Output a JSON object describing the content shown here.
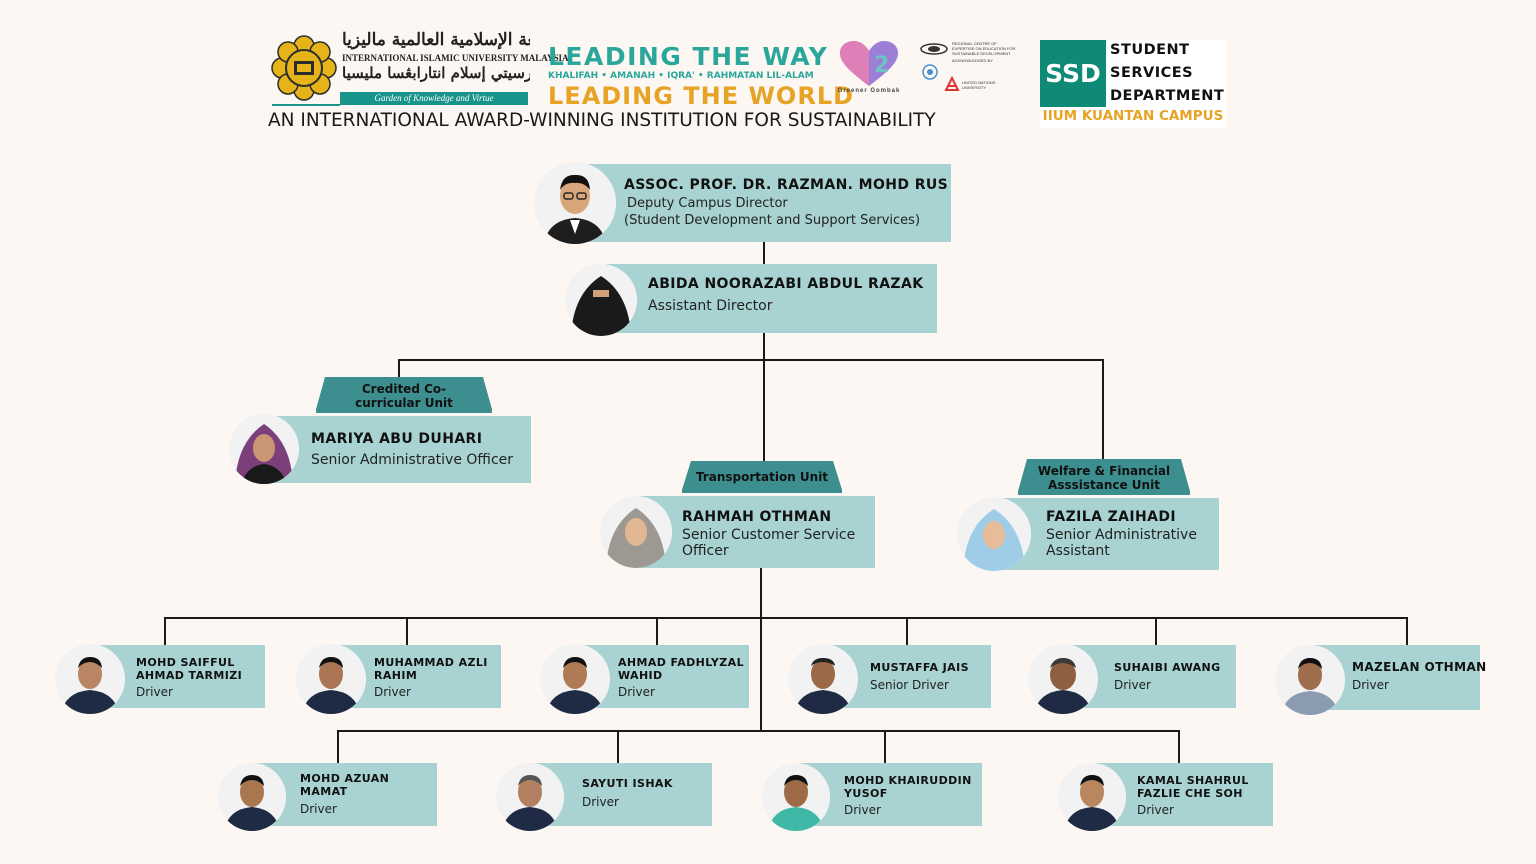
{
  "header": {
    "university_arabic": "الجامعة الإسلامية العالمية ماليزيا",
    "university_english": "INTERNATIONAL ISLAMIC UNIVERSITY MALAYSIA",
    "university_malay": "يونيۏرسيتي إسلام انتارابڠسا مليسيا",
    "garden_tagline": "Garden of Knowledge and Virtue",
    "leading_way": "LEADING THE WAY",
    "values": "KHALĪFAH • AMĀNAH • IQRA' • RAHMATAN LIL-ĀLAMĪN",
    "leading_world": "LEADING THE WORLD",
    "award_line": "AN INTERNATIONAL AWARD-WINNING INSTITUTION FOR SUSTAINABILITY",
    "greener_gombak": "Greener Gombak",
    "rce_text": "REGIONAL CENTRE OF EXPERTISE ON EDUCATION FOR SUSTAINABLE DEVELOPMENT",
    "acknowledged": "ACKNOWLEDGED BY",
    "un_text": "UNITED NATIONS UNIVERSITY",
    "ssd_abbr": "SSD",
    "ssd_line1": "STUDENT",
    "ssd_line2": "SERVICES",
    "ssd_line3": "DEPARTMENT",
    "campus": "IIUM KUANTAN CAMPUS"
  },
  "units": {
    "cocurricular": "Credited Co-curricular Unit",
    "transport": "Transportation Unit",
    "welfare": "Welfare & Financial Asssistance Unit"
  },
  "people": {
    "deputy": {
      "name": "ASSOC. PROF. DR. RAZMAN. MOHD RUS",
      "role1": "Deputy Campus Director",
      "role2": "(Student Development and Support Services)"
    },
    "assistant": {
      "name": "ABIDA NOORAZABI ABDUL RAZAK",
      "role": "Assistant Director"
    },
    "mariya": {
      "name": "MARIYA ABU DUHARI",
      "role": "Senior Administrative Officer"
    },
    "rahmah": {
      "name": "RAHMAH OTHMAN",
      "role": "Senior Customer Service Officer"
    },
    "fazila": {
      "name": "FAZILA ZAIHADI",
      "role": "Senior Administrative Assistant"
    },
    "drivers_row1": [
      {
        "name": "MOHD SAIFFUL AHMAD TARMIZI",
        "role": "Driver"
      },
      {
        "name": "MUHAMMAD AZLI RAHIM",
        "role": "Driver"
      },
      {
        "name": "AHMAD FADHLYZAL WAHID",
        "role": "Driver"
      },
      {
        "name": "MUSTAFFA JAIS",
        "role": "Senior Driver"
      },
      {
        "name": "SUHAIBI AWANG",
        "role": "Driver"
      },
      {
        "name": "MAZELAN OTHMAN",
        "role": "Driver"
      }
    ],
    "drivers_row2": [
      {
        "name": "MOHD AZUAN MAMAT",
        "role": "Driver"
      },
      {
        "name": "SAYUTI ISHAK",
        "role": "Driver"
      },
      {
        "name": "MOHD KHAIRUDDIN YUSOF",
        "role": "Driver"
      },
      {
        "name": "KAMAL SHAHRUL FAZLIE CHE SOH",
        "role": "Driver"
      }
    ]
  },
  "colors": {
    "background": "#fcf7f3",
    "card": "#a9d3d3",
    "ribbon": "#3d8f8f",
    "ssd_green": "#0f8a76",
    "accent_gold": "#e7a325",
    "accent_teal": "#2aa79a"
  }
}
